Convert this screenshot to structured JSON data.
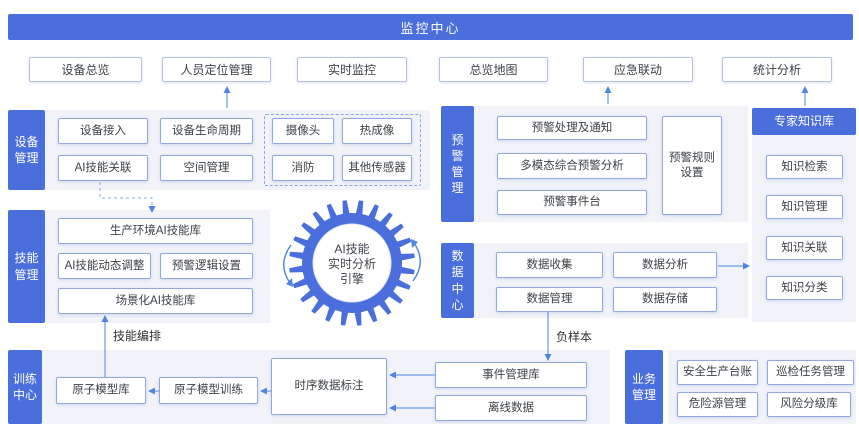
{
  "header": {
    "title": "监控中心"
  },
  "nav": [
    "设备总览",
    "人员定位管理",
    "实时监控",
    "总览地图",
    "应急联动",
    "统计分析"
  ],
  "sections": {
    "device": {
      "tab": "设备管理",
      "items": [
        "设备接入",
        "设备生命周期",
        "AI技能关联",
        "空间管理"
      ],
      "sensors": [
        "摄像头",
        "热成像",
        "消防",
        "其他传感器"
      ]
    },
    "skill": {
      "tab": "技能管理",
      "items": [
        "生产环境AI技能库",
        "AI技能动态调整",
        "预警逻辑设置",
        "场景化AI技能库"
      ]
    },
    "training": {
      "tab": "训练中心",
      "items": [
        "原子模型库",
        "原子模型训练",
        "时序数据标注"
      ],
      "sources": [
        "事件管理库",
        "离线数据"
      ]
    },
    "warning": {
      "tab": "预警管理",
      "items": [
        "预警处理及通知",
        "多模态综合预警分析",
        "预警事件台"
      ],
      "rule_box": "预警规则设置"
    },
    "data_center": {
      "tab": "数据中心",
      "items": [
        "数据收集",
        "数据分析",
        "数据管理",
        "数据存储"
      ]
    },
    "knowledge": {
      "header": "专家知识库",
      "items": [
        "知识检索",
        "知识管理",
        "知识关联",
        "知识分类"
      ]
    },
    "business": {
      "tab": "业务管理",
      "items": [
        "安全生产台账",
        "巡检任务管理",
        "危险源管理",
        "风险分级库"
      ]
    }
  },
  "gear": {
    "line1": "AI技能",
    "line2": "实时分析",
    "line3": "引擎"
  },
  "edge_labels": {
    "skill_orchestration": "技能编排",
    "negative_sample": "负样本"
  },
  "colors": {
    "primary": "#4a6edb",
    "section_bg": "#f1f3f9",
    "node_border": "#92a8dc",
    "arrow": "#4c86e0"
  }
}
